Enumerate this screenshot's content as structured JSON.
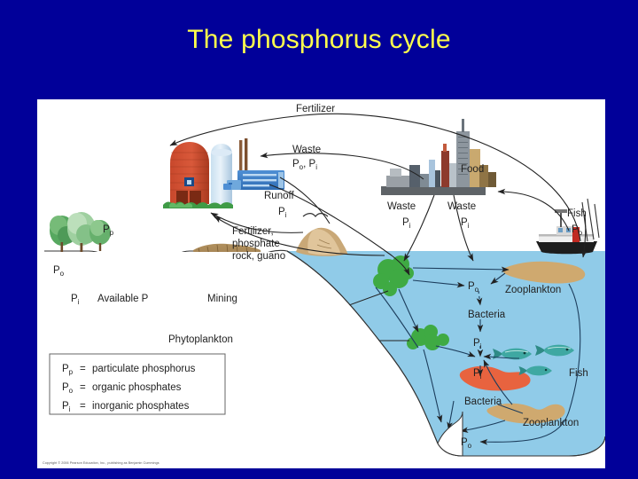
{
  "slide": {
    "title": "The phosphorus cycle",
    "background_color": "#010099",
    "title_color": "#ffff4d",
    "panel_color": "#ffffff"
  },
  "figure": {
    "copyright": "Copyright © 2006 Pearson Education, Inc., publishing as Benjamin Cummings",
    "water_color": "#90cbe8",
    "land_color": "#ffffff",
    "labels": {
      "fertilizer": "Fertilizer",
      "waste_top": "Waste",
      "waste_top_sub": "P",
      "waste_top_sub_o": "o",
      "waste_top_sub_comma": ", P",
      "waste_top_sub_i": "i",
      "runoff": "Runoff",
      "runoff_p": "P",
      "runoff_sub": "i",
      "food": "Food",
      "fertilizer_rock_1": "Fertilizer,",
      "fertilizer_rock_2": "phosphate",
      "fertilizer_rock_3": "rock, guano",
      "waste_mid1": "Waste",
      "waste_mid1_p": "P",
      "waste_mid1_sub": "i",
      "waste_mid2": "Waste",
      "waste_mid2_p": "P",
      "waste_mid2_sub": "i",
      "fish_top": "Fish",
      "fish_top_p": "P",
      "fish_top_sub": "o",
      "pp_land": "P",
      "pp_land_sub": "p",
      "po_land": "P",
      "po_land_sub": "o",
      "pi_land": "P",
      "pi_land_sub": "i",
      "available_p": "Available P",
      "mining": "Mining",
      "phytoplankton": "Phytoplankton",
      "po_sea_upper": "P",
      "po_sea_upper_sub": "o",
      "zooplankton_upper": "Zooplankton",
      "bacteria_upper": "Bacteria",
      "pi_sea_upper": "P",
      "pi_sea_upper_sub": "i",
      "pi_sea_mid": "P",
      "pi_sea_mid_sub": "i",
      "bacteria_lower": "Bacteria",
      "zooplankton_lower": "Zooplankton",
      "po_sea_lower": "P",
      "po_sea_lower_sub": "o",
      "fish_sea": "Fish"
    },
    "legend": {
      "rows": [
        {
          "symbol": "P",
          "sub": "p",
          "eq": "=",
          "text": "particulate phosphorus"
        },
        {
          "symbol": "P",
          "sub": "o",
          "eq": "=",
          "text": "organic phosphates"
        },
        {
          "symbol": "P",
          "sub": "i",
          "eq": "=",
          "text": "inorganic phosphates"
        }
      ]
    },
    "scene_items": [
      "barn-silo",
      "factory",
      "city-skyline",
      "fishing-boat",
      "trees",
      "lake",
      "mining-rock",
      "guano-rock",
      "phytoplankton-clumps",
      "zooplankton-blobs",
      "bacteria-blobs",
      "fish-school"
    ]
  }
}
